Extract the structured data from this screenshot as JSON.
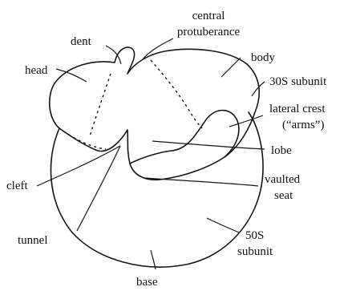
{
  "labels": {
    "central_protuberance_1": "central",
    "central_protuberance_2": "protuberance",
    "dent": "dent",
    "head": "head",
    "body": "body",
    "subunit_30s": "30S subunit",
    "lateral_crest_1": "lateral crest",
    "lateral_crest_2": "(“arms”)",
    "lobe": "lobe",
    "cleft": "cleft",
    "vaulted_seat_1": "vaulted",
    "vaulted_seat_2": "seat",
    "tunnel": "tunnel",
    "subunit_50s_1": "50S",
    "subunit_50s_2": "subunit",
    "base": "base"
  },
  "colors": {
    "ink": "#151515",
    "background": "#ffffff"
  }
}
